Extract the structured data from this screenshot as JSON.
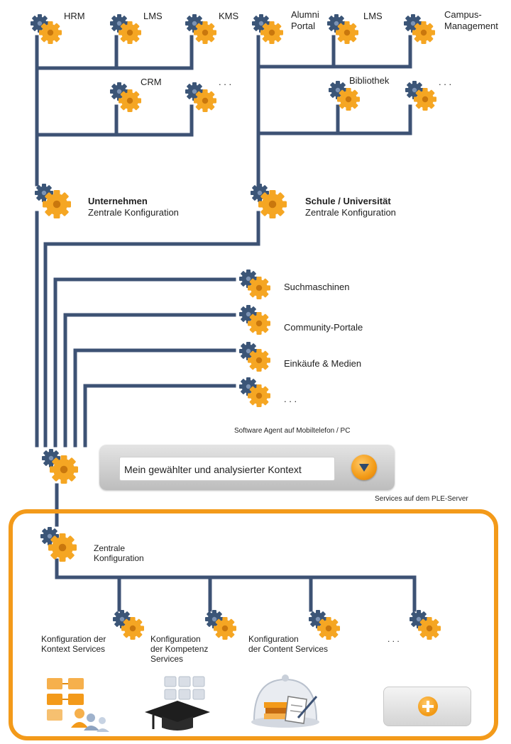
{
  "top_left_services": {
    "hrm": "HRM",
    "lms": "LMS",
    "kms": "KMS",
    "crm": "CRM",
    "more": ". . ."
  },
  "top_right_services": {
    "alumni_line1": "Alumni",
    "alumni_line2": "Portal",
    "lms": "LMS",
    "campus_line1": "Campus-",
    "campus_line2": "Management",
    "bibliothek": "Bibliothek",
    "more": ". . ."
  },
  "company": {
    "title": "Unternehmen",
    "subtitle": "Zentrale Konfiguration"
  },
  "school": {
    "title": "Schule / Universität",
    "subtitle": "Zentrale Konfiguration"
  },
  "external": {
    "search": "Suchmaschinen",
    "community": "Community-Portale",
    "shopping": "Einkäufe & Medien",
    "more": ". . ."
  },
  "agent": {
    "caption": "Software Agent auf Mobiltelefon / PC",
    "context_field": "Mein gewählter und analysierter Kontext"
  },
  "ple": {
    "caption": "Services auf dem PLE-Server",
    "central_line1": "Zentrale",
    "central_line2": "Konfiguration",
    "ctx_line1": "Konfiguration der",
    "ctx_line2": "Kontext Services",
    "comp_line1": "Konfiguration",
    "comp_line2": "der Kompetenz",
    "comp_line3": "Services",
    "content_line1": "Konfiguration",
    "content_line2": "der Content Services",
    "more": ". . ."
  },
  "colors": {
    "line": "#3d5274",
    "gear_blue": "#3b5577",
    "gear_orange": "#f5a623",
    "frame": "#f39a1a"
  },
  "icons": [
    "gear-pair-icon",
    "organization-people-icon",
    "graduation-cap-icon",
    "content-documents-icon",
    "plus-icon"
  ]
}
